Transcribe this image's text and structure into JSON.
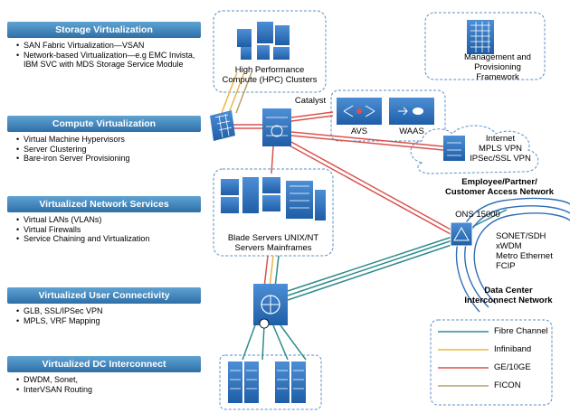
{
  "panels": [
    {
      "title": "Storage Virtualization",
      "items": [
        "SAN Fabric Virtualization—VSAN",
        "Network-based Virtualization—e.g EMC Invista, IBM SVC with MDS Storage Service Module"
      ]
    },
    {
      "title": "Compute Virtualization",
      "items": [
        "Virtual Machine Hypervisors",
        "Server Clustering",
        "Bare-iron Server Provisioning"
      ]
    },
    {
      "title": "Virtualized Network Services",
      "items": [
        "Virtual LANs (VLANs)",
        "Virtual Firewalls",
        "Service Chaining and Virtualization"
      ]
    },
    {
      "title": "Virtualized User Connectivity",
      "items": [
        "GLB, SSL/IPSec VPN",
        "MPLS, VRF Mapping"
      ]
    },
    {
      "title": "Virtualized DC Interconnect",
      "items": [
        "DWDM, Sonet,",
        "InterVSAN Routing"
      ]
    }
  ],
  "labels": {
    "hpc": "High Performance Compute (HPC) Clusters",
    "mgmt": "Management and Provisioning Framework",
    "catalyst": "Catalyst",
    "avs": "AVS",
    "waas": "WAAS",
    "internet": "Internet\nMPLS VPN\nIPSec/SSL VPN",
    "access": "Employee/Partner/\nCustomer Access Network",
    "blade": "Blade Servers UNIX/NT\nServers Mainframes",
    "ons": "ONS 15000",
    "sonet": "SONET/SDH\nxWDM\nMetro Ethernet\nFCIP",
    "dci": "Data Center\nInterconnect Network"
  },
  "legend": [
    {
      "label": "Fibre Channel",
      "color": "#2f8c8c"
    },
    {
      "label": "Infiniband",
      "color": "#e8b84a"
    },
    {
      "label": "GE/10GE",
      "color": "#d9534f"
    },
    {
      "label": "FICON",
      "color": "#b8a06a"
    }
  ],
  "colors": {
    "device": "#2f6fb8",
    "box_border": "#5b8fc7"
  }
}
